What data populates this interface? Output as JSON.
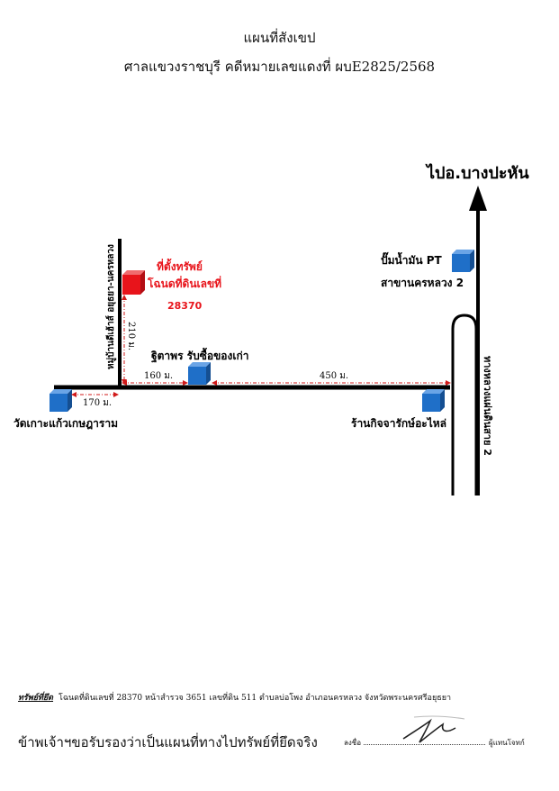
{
  "header": {
    "title": "แผนที่สังเขป",
    "subtitle": "ศาลแขวงราชบุรี คดีหมายเลขแดงที่ ผบE2825/2568"
  },
  "map": {
    "arrow_label": "ไปอ.บางปะหัน",
    "property_label_1": "ที่ตั้งทรัพย์",
    "property_label_2": "โฉนดที่ดินเลขที่",
    "property_deed_no": "28370",
    "village_road_label": "หมู่บ้านดีเฮ้าส์ อยุธยา-นครหลวง",
    "highway_label": "ทางหลวงแผ่นดินสาย 2",
    "gas_station_label_1": "ปั๊มน้ำมัน PT",
    "gas_station_label_2": "สาขานครหลวง 2",
    "junk_shop_label": "ฐิตาพร รับซื้อของเก่า",
    "temple_label": "วัดเกาะแก้วเกษฎาราม",
    "parts_shop_label": "ร้านกิจจารักษ์อะไหล่",
    "dist_170": "170 ม.",
    "dist_160": "160 ม.",
    "dist_450": "450 ม.",
    "dist_210": "210 ม.",
    "colors": {
      "property": "#e8141b",
      "landmark": "#1f6fc8",
      "road": "#000000",
      "dimension": "#d11a1a"
    }
  },
  "footer": {
    "property_heading": "ทรัพย์ที่ยึด",
    "property_detail": "โฉนดที่ดินเลขที่ 28370 หน้าสำรวจ 3651 เลขที่ดิน 511 ตำบลบ่อโพง อำเภอนครหลวง จังหวัดพระนครศรีอยุธยา",
    "certify_text": "ข้าพเจ้าฯขอรับรองว่าเป็นแผนที่ทางไปทรัพย์ที่ยึดจริง",
    "sign_label": "ลงชื่อ",
    "signer_role": "ผู้แทนโจทก์"
  }
}
